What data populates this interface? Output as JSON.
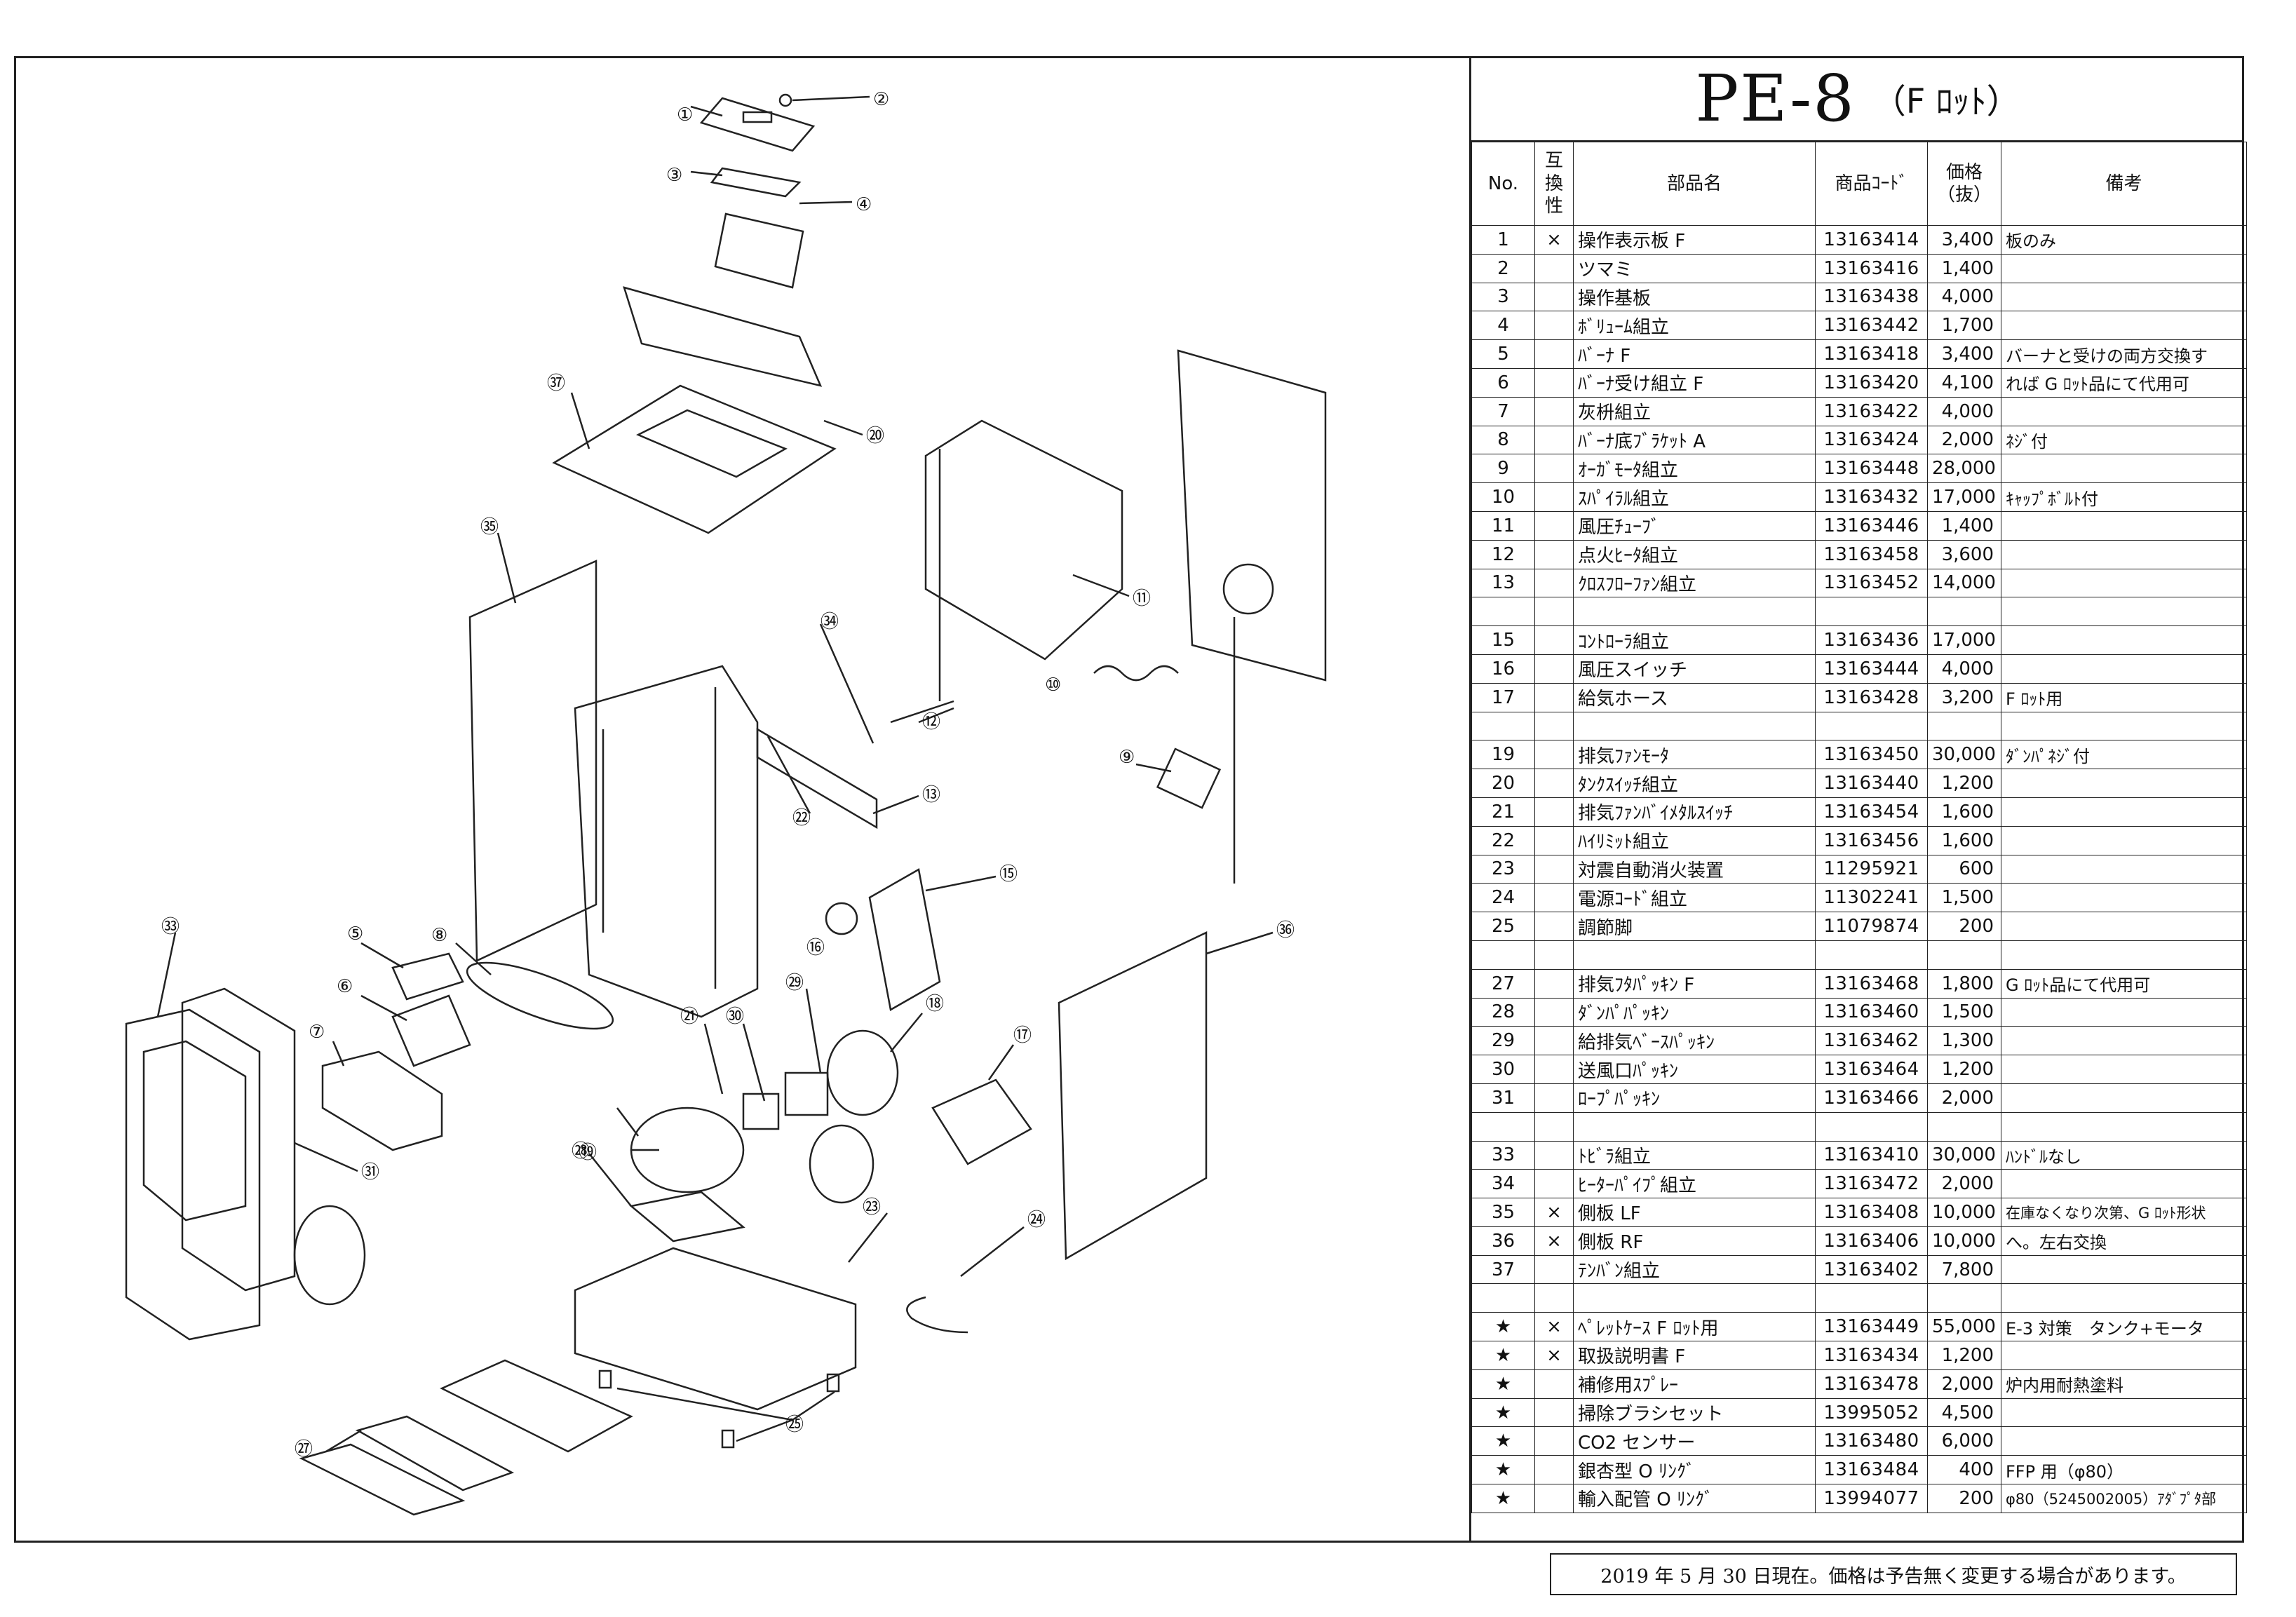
{
  "title": {
    "model": "PE-8",
    "lot": "（F ﾛｯﾄ）"
  },
  "headers": {
    "no": "No.",
    "interchange": "互換性",
    "name": "部品名",
    "code": "商品ｺｰﾄﾞ",
    "price": "価格（抜）",
    "note": "備考"
  },
  "rows": [
    {
      "no": "1",
      "x": "×",
      "name": "操作表示板 F",
      "code": "13163414",
      "price": "3,400",
      "note": "板のみ"
    },
    {
      "no": "2",
      "x": "",
      "name": "ツマミ",
      "code": "13163416",
      "price": "1,400",
      "note": ""
    },
    {
      "no": "3",
      "x": "",
      "name": "操作基板",
      "code": "13163438",
      "price": "4,000",
      "note": ""
    },
    {
      "no": "4",
      "x": "",
      "name": "ﾎﾞﾘｭｰﾑ組立",
      "code": "13163442",
      "price": "1,700",
      "note": ""
    },
    {
      "no": "5",
      "x": "",
      "name": "ﾊﾞｰﾅ F",
      "code": "13163418",
      "price": "3,400",
      "note": "バーナと受けの両方交換す"
    },
    {
      "no": "6",
      "x": "",
      "name": "ﾊﾞｰﾅ受け組立 F",
      "code": "13163420",
      "price": "4,100",
      "note": "れば G ﾛｯﾄ品にて代用可"
    },
    {
      "no": "7",
      "x": "",
      "name": "灰枡組立",
      "code": "13163422",
      "price": "4,000",
      "note": ""
    },
    {
      "no": "8",
      "x": "",
      "name": "ﾊﾞｰﾅ底ﾌﾞﾗｹｯﾄ A",
      "code": "13163424",
      "price": "2,000",
      "note": "ﾈｼﾞ付"
    },
    {
      "no": "9",
      "x": "",
      "name": "ｵｰｶﾞﾓｰﾀ組立",
      "code": "13163448",
      "price": "28,000",
      "note": ""
    },
    {
      "no": "10",
      "x": "",
      "name": "ｽﾊﾟｲﾗﾙ組立",
      "code": "13163432",
      "price": "17,000",
      "note": "ｷｬｯﾌﾟﾎﾞﾙﾄ付"
    },
    {
      "no": "11",
      "x": "",
      "name": "風圧ﾁｭｰﾌﾞ",
      "code": "13163446",
      "price": "1,400",
      "note": ""
    },
    {
      "no": "12",
      "x": "",
      "name": "点火ﾋｰﾀ組立",
      "code": "13163458",
      "price": "3,600",
      "note": ""
    },
    {
      "no": "13",
      "x": "",
      "name": "ｸﾛｽﾌﾛｰﾌｧﾝ組立",
      "code": "13163452",
      "price": "14,000",
      "note": ""
    },
    {
      "no": "",
      "x": "",
      "name": "",
      "code": "",
      "price": "",
      "note": ""
    },
    {
      "no": "15",
      "x": "",
      "name": "ｺﾝﾄﾛｰﾗ組立",
      "code": "13163436",
      "price": "17,000",
      "note": ""
    },
    {
      "no": "16",
      "x": "",
      "name": "風圧スイッチ",
      "code": "13163444",
      "price": "4,000",
      "note": ""
    },
    {
      "no": "17",
      "x": "",
      "name": "給気ホース",
      "code": "13163428",
      "price": "3,200",
      "note": "F ﾛｯﾄ用"
    },
    {
      "no": "",
      "x": "",
      "name": "",
      "code": "",
      "price": "",
      "note": ""
    },
    {
      "no": "19",
      "x": "",
      "name": "排気ﾌｧﾝﾓｰﾀ",
      "code": "13163450",
      "price": "30,000",
      "note": "ﾀﾞﾝﾊﾟﾈｼﾞ付"
    },
    {
      "no": "20",
      "x": "",
      "name": "ﾀﾝｸｽｲｯﾁ組立",
      "code": "13163440",
      "price": "1,200",
      "note": ""
    },
    {
      "no": "21",
      "x": "",
      "name": "排気ﾌｧﾝﾊﾞｲﾒﾀﾙｽｲｯﾁ",
      "code": "13163454",
      "price": "1,600",
      "note": ""
    },
    {
      "no": "22",
      "x": "",
      "name": "ﾊｲﾘﾐｯﾄ組立",
      "code": "13163456",
      "price": "1,600",
      "note": ""
    },
    {
      "no": "23",
      "x": "",
      "name": "対震自動消火装置",
      "code": "11295921",
      "price": "600",
      "note": ""
    },
    {
      "no": "24",
      "x": "",
      "name": "電源ｺｰﾄﾞ組立",
      "code": "11302241",
      "price": "1,500",
      "note": ""
    },
    {
      "no": "25",
      "x": "",
      "name": "調節脚",
      "code": "11079874",
      "price": "200",
      "note": ""
    },
    {
      "no": "",
      "x": "",
      "name": "",
      "code": "",
      "price": "",
      "note": ""
    },
    {
      "no": "27",
      "x": "",
      "name": "排気ﾌﾀﾊﾟｯｷﾝ F",
      "code": "13163468",
      "price": "1,800",
      "note": "G ﾛｯﾄ品にて代用可"
    },
    {
      "no": "28",
      "x": "",
      "name": "ﾀﾞﾝﾊﾟﾊﾟｯｷﾝ",
      "code": "13163460",
      "price": "1,500",
      "note": ""
    },
    {
      "no": "29",
      "x": "",
      "name": "給排気ﾍﾞｰｽﾊﾟｯｷﾝ",
      "code": "13163462",
      "price": "1,300",
      "note": ""
    },
    {
      "no": "30",
      "x": "",
      "name": "送風口ﾊﾟｯｷﾝ",
      "code": "13163464",
      "price": "1,200",
      "note": ""
    },
    {
      "no": "31",
      "x": "",
      "name": "ﾛｰﾌﾟﾊﾟｯｷﾝ",
      "code": "13163466",
      "price": "2,000",
      "note": ""
    },
    {
      "no": "",
      "x": "",
      "name": "",
      "code": "",
      "price": "",
      "note": ""
    },
    {
      "no": "33",
      "x": "",
      "name": "ﾄﾋﾞﾗ組立",
      "code": "13163410",
      "price": "30,000",
      "note": "ﾊﾝﾄﾞﾙなし"
    },
    {
      "no": "34",
      "x": "",
      "name": "ﾋｰﾀｰﾊﾟｲﾌﾟ組立",
      "code": "13163472",
      "price": "2,000",
      "note": ""
    },
    {
      "no": "35",
      "x": "×",
      "name": "側板 LF",
      "code": "13163408",
      "price": "10,000",
      "note": "在庫なくなり次第、G ﾛｯﾄ形状"
    },
    {
      "no": "36",
      "x": "×",
      "name": "側板 RF",
      "code": "13163406",
      "price": "10,000",
      "note": "へ。左右交換"
    },
    {
      "no": "37",
      "x": "",
      "name": "ﾃﾝﾊﾞﾝ組立",
      "code": "13163402",
      "price": "7,800",
      "note": ""
    },
    {
      "no": "",
      "x": "",
      "name": "",
      "code": "",
      "price": "",
      "note": ""
    },
    {
      "no": "★",
      "x": "×",
      "name": "ﾍﾟﾚｯﾄｹｰｽ F ﾛｯﾄ用",
      "code": "13163449",
      "price": "55,000",
      "note": "E-3 対策　タンク+モータ"
    },
    {
      "no": "★",
      "x": "×",
      "name": "取扱説明書 F",
      "code": "13163434",
      "price": "1,200",
      "note": ""
    },
    {
      "no": "★",
      "x": "",
      "name": "補修用ｽﾌﾟﾚｰ",
      "code": "13163478",
      "price": "2,000",
      "note": "炉内用耐熱塗料"
    },
    {
      "no": "★",
      "x": "",
      "name": "掃除ブラシセット",
      "code": "13995052",
      "price": "4,500",
      "note": ""
    },
    {
      "no": "★",
      "x": "",
      "name": "CO2 センサー",
      "code": "13163480",
      "price": "6,000",
      "note": ""
    },
    {
      "no": "★",
      "x": "",
      "name": "銀杏型 O ﾘﾝｸﾞ",
      "code": "13163484",
      "price": "400",
      "note": "FFP 用（φ80）"
    },
    {
      "no": "★",
      "x": "",
      "name": "輸入配管 O ﾘﾝｸﾞ",
      "code": "13994077",
      "price": "200",
      "note": "φ80（5245002005）ｱﾀﾞﾌﾟﾀ部"
    }
  ],
  "footer": "2019 年 5 月 30 日現在。価格は予告無く変更する場合があります。",
  "callouts": [
    "①",
    "②",
    "③",
    "④",
    "⑤",
    "⑥",
    "⑦",
    "⑧",
    "⑨",
    "⑩",
    "⑪",
    "⑫",
    "⑬",
    "⑮",
    "⑯",
    "⑰",
    "⑱",
    "⑲",
    "⑳",
    "㉑",
    "㉒",
    "㉓",
    "㉔",
    "㉕",
    "㉗",
    "㉘",
    "㉙",
    "㉚",
    "㉛",
    "㉝",
    "㉞",
    "㉟",
    "㊱",
    "㊲"
  ]
}
